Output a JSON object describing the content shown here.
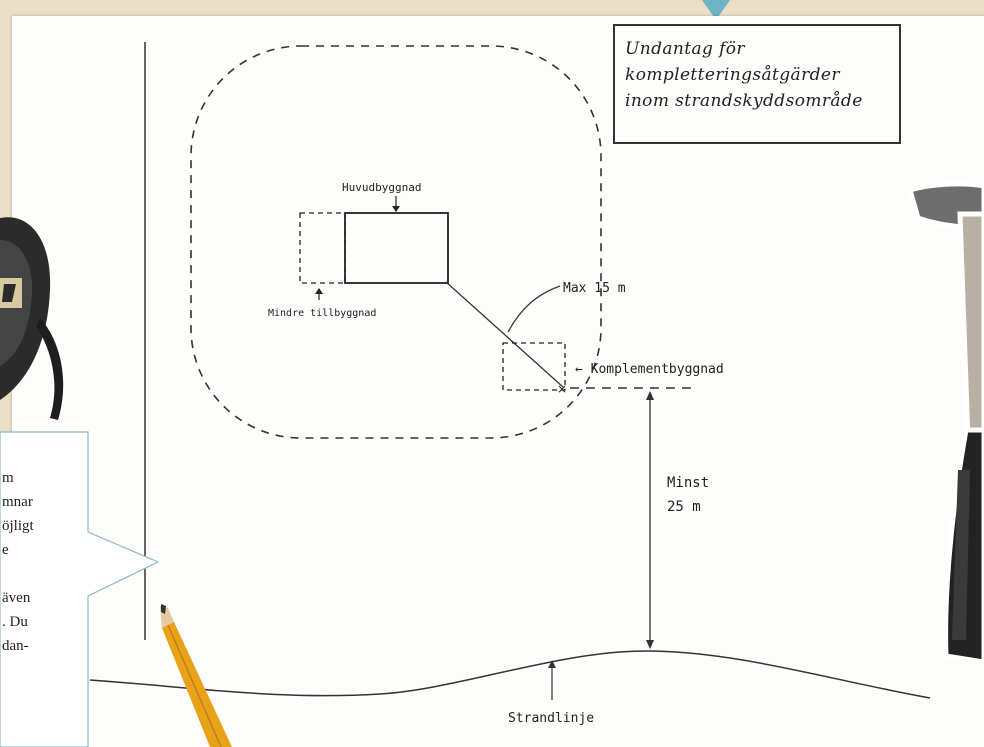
{
  "diagram": {
    "title_lines": [
      "Undantag för",
      "kompletteringsåtgärder",
      "inom strandskyddsområde"
    ],
    "labels": {
      "main_building": "Huvudbyggnad",
      "small_extension": "Mindre tillbyggnad",
      "max_distance": "Max 15 m",
      "complement_building": "← Komplementbyggnad",
      "min_distance_line1": "Minst",
      "min_distance_line2": "25 m",
      "shoreline": "Strandlinje"
    }
  },
  "callout": {
    "lines": [
      "m",
      "mnar",
      "öjligt",
      "e",
      "",
      "även",
      ". Du",
      "dan-"
    ]
  },
  "colors": {
    "background": "#eadfc7",
    "paper": "#fdfdfc",
    "ink": "#222222",
    "accent_marker": "#6fb3c6",
    "pencil": "#e8a21a"
  }
}
